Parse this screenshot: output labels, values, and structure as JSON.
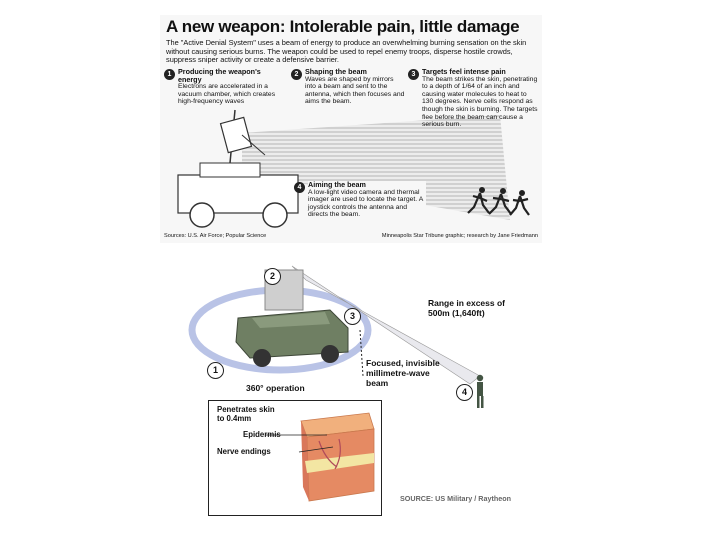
{
  "infographic": {
    "title": "A new weapon: Intolerable pain, little damage",
    "intro": "The \"Active Denial System\" uses a beam of energy to produce an overwhelming burning sensation on the skin without causing serious burns. The weapon could be used to repel enemy troops, disperse hostile crowds, suppress sniper activity or create a defensive barrier.",
    "steps": [
      {
        "num": "1",
        "heading": "Producing the weapon's energy",
        "text": "Electrons are accelerated in a vacuum chamber, which creates high-frequency waves"
      },
      {
        "num": "2",
        "heading": "Shaping the beam",
        "text": "Waves are shaped by mirrors into a beam and sent to the antenna, which then focuses and aims the beam."
      },
      {
        "num": "3",
        "heading": "Targets feel intense pain",
        "text": "The beam strikes the skin, penetrating to a depth of 1/64 of an inch and causing water molecules to heat to 130 degrees. Nerve cells respond as though the skin is burning. The targets flee before the beam can cause a serious burn."
      },
      {
        "num": "4",
        "heading": "Aiming the beam",
        "text": "A low-light video camera and thermal imager are used to locate the target. A joystick controls the antenna and directs the beam."
      }
    ],
    "source_left": "Sources: U.S. Air Force; Popular Science",
    "source_right": "Minneapolis Star Tribune graphic; research by Jane Friedmann"
  },
  "diagram": {
    "markers": [
      "1",
      "2",
      "3",
      "4"
    ],
    "operation_label": "360° operation",
    "range_label": "Range in excess of 500m (1,640ft)",
    "beam_label": "Focused, invisible millimetre-wave beam",
    "skin_labels": {
      "penetration": "Penetrates skin to 0.4mm",
      "epidermis": "Epidermis",
      "nerves": "Nerve endings"
    },
    "source": "SOURCE: US Military / Raytheon"
  },
  "colors": {
    "ring": "#b9c3e6",
    "vehicle": "#6f7f63",
    "skin_top": "#f1b07d",
    "skin_side": "#e58a63",
    "fat_band": "#f3e6a3"
  }
}
